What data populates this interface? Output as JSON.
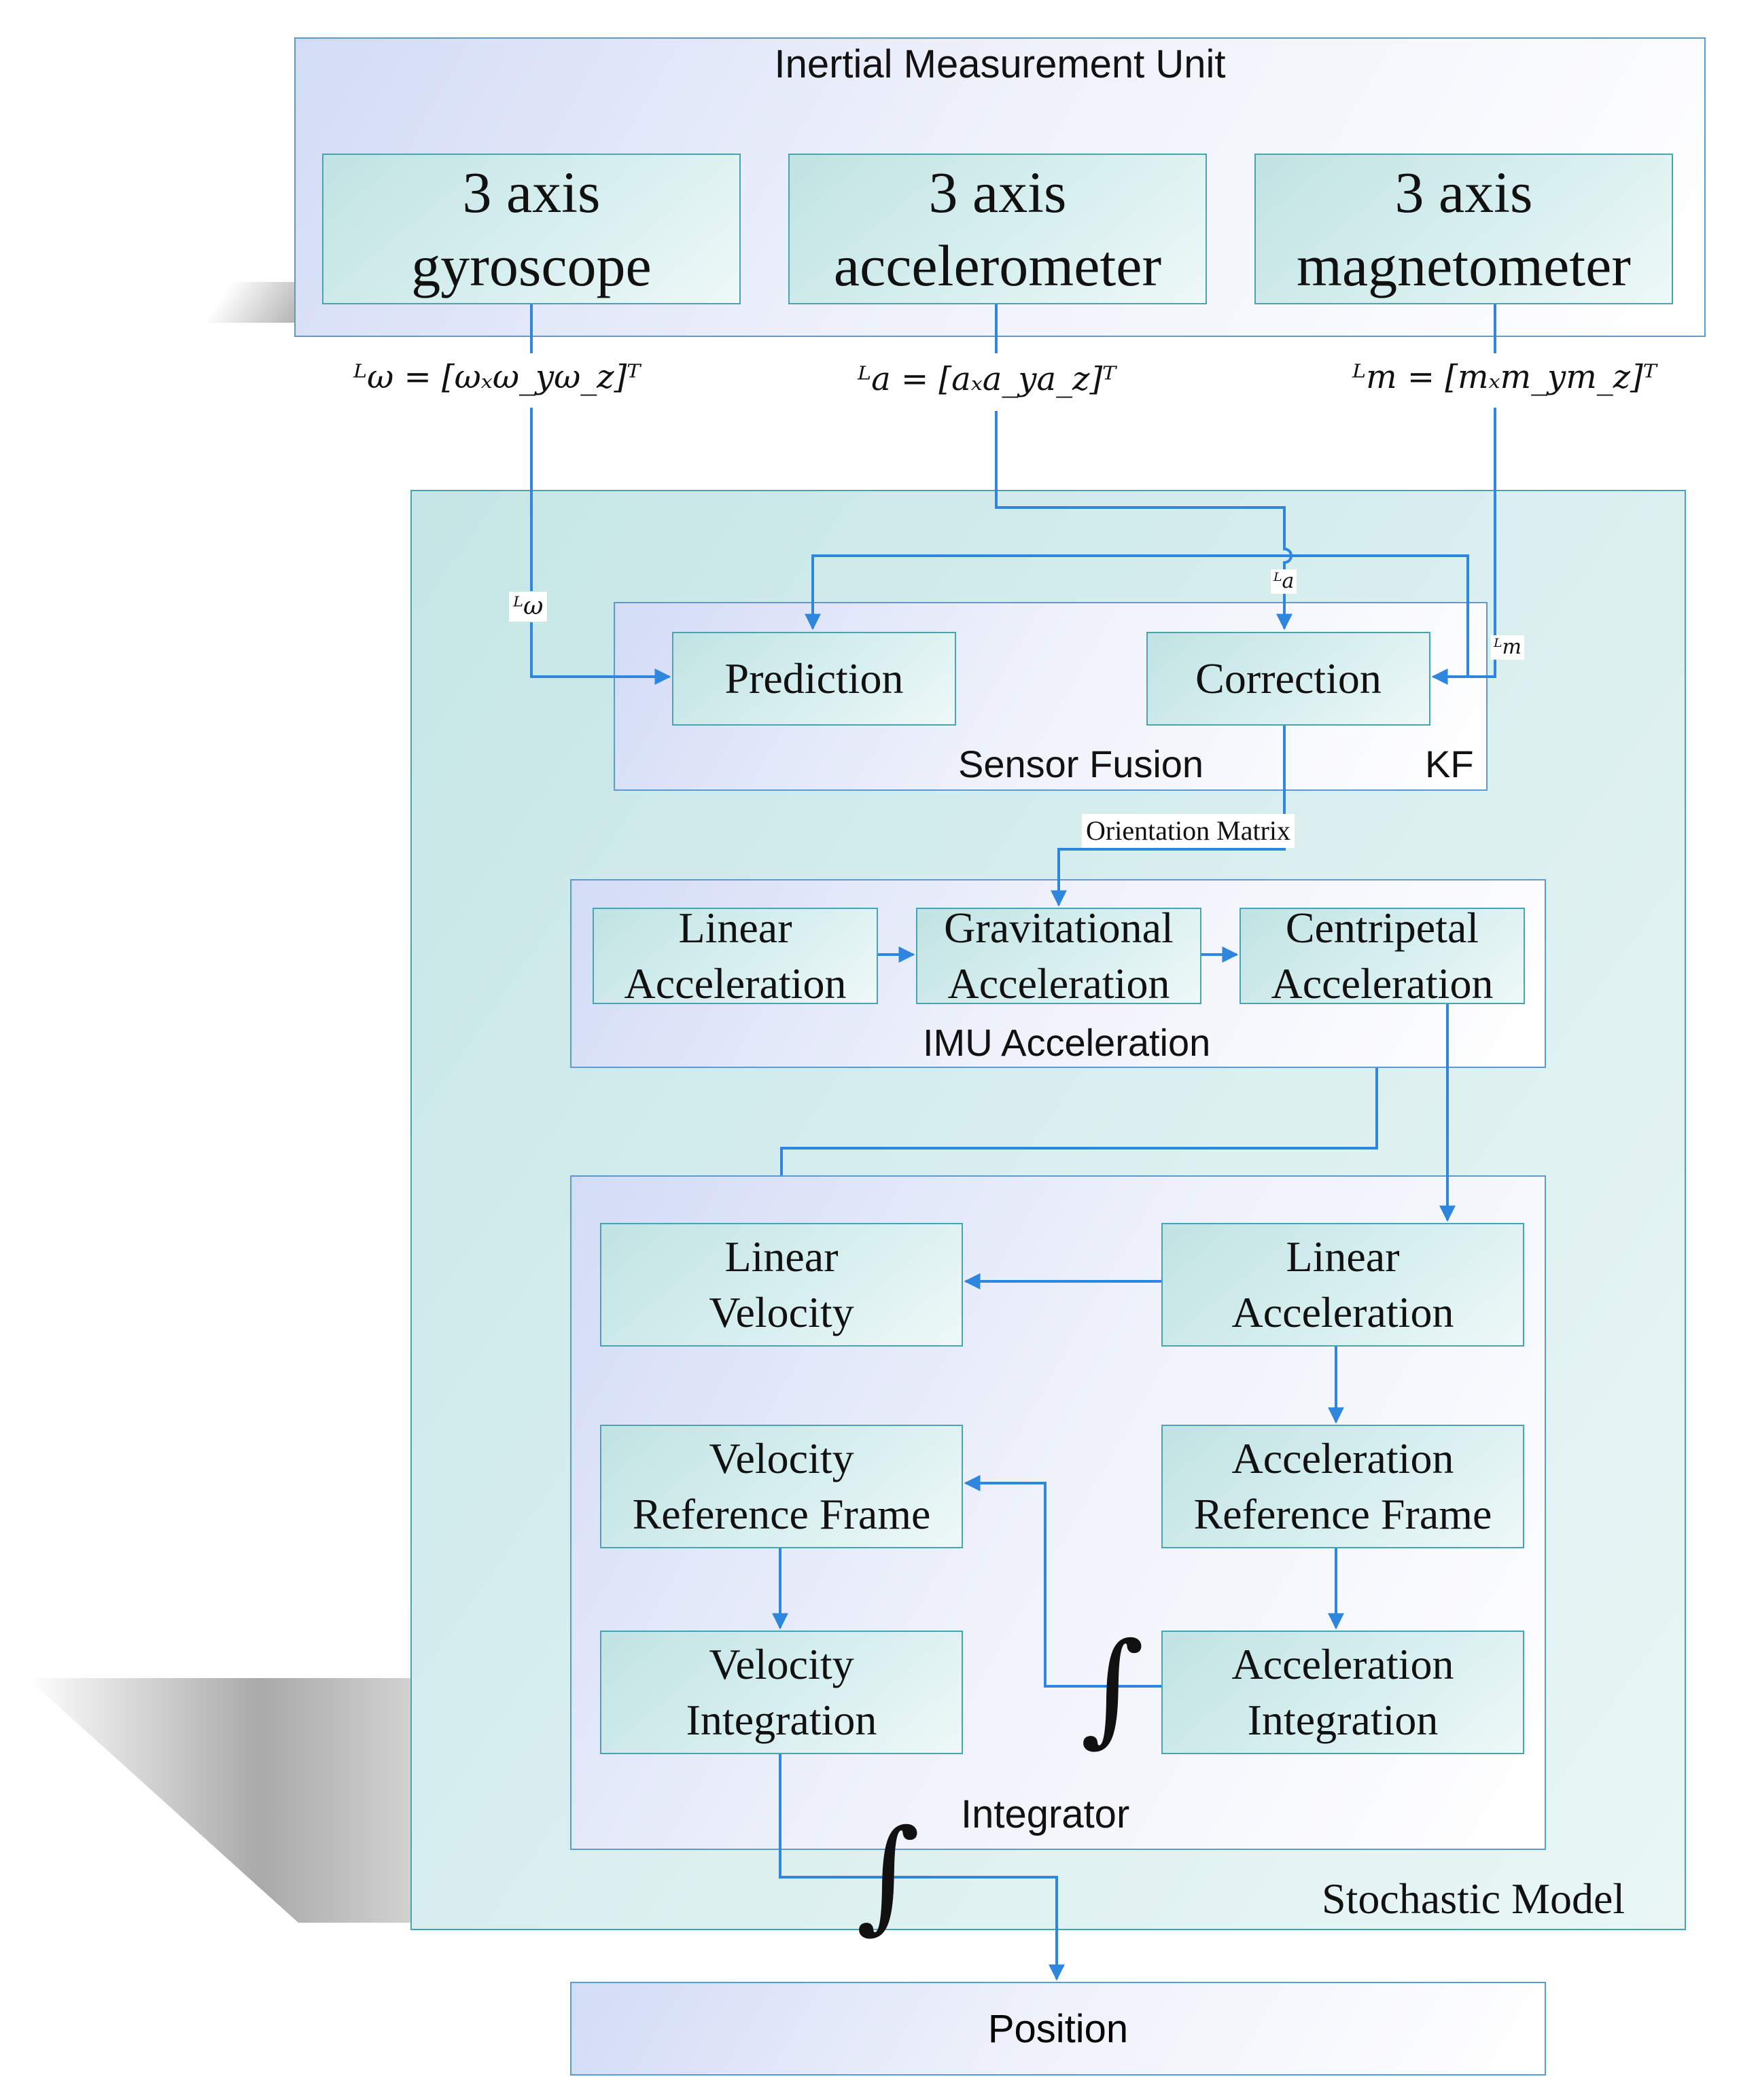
{
  "imu": {
    "title": "Inertial Measurement Unit",
    "gyro": [
      "3 axis",
      "gyroscope"
    ],
    "accel": [
      "3 axis",
      "accelerometer"
    ],
    "magnet": [
      "3 axis",
      "magnetometer"
    ]
  },
  "signals": {
    "omega": "ᴸω = [ωₓω_yω_z]ᵀ",
    "a": "ᴸa = [aₓa_ya_z]ᵀ",
    "m": "ᴸm = [mₓm_ym_z]ᵀ",
    "omega_short": "ᴸω",
    "a_short": "ᴸa",
    "m_short": "ᴸm"
  },
  "sensor_fusion": {
    "label": "Sensor Fusion",
    "kf": "KF",
    "prediction": "Prediction",
    "correction": "Correction",
    "orientation": "Orientation Matrix"
  },
  "imu_acceleration": {
    "label": "IMU Acceleration",
    "linear": [
      "Linear",
      "Acceleration"
    ],
    "gravitational": [
      "Gravitational",
      "Acceleration"
    ],
    "centripetal": [
      "Centripetal",
      "Acceleration"
    ]
  },
  "integrator": {
    "label": "Integrator",
    "linear_velocity": [
      "Linear",
      "Velocity"
    ],
    "linear_acceleration": [
      "Linear",
      "Acceleration"
    ],
    "velocity_ref": [
      "Velocity",
      "Reference Frame"
    ],
    "acceleration_ref": [
      "Acceleration",
      "Reference Frame"
    ],
    "velocity_int": [
      "Velocity",
      "Integration"
    ],
    "acceleration_int": [
      "Acceleration",
      "Integration"
    ],
    "integral_symbol": "∫"
  },
  "stochastic_model": {
    "label": "Stochastic Model"
  },
  "position": {
    "label": "Position"
  },
  "colors": {
    "arrow": "#2e86de",
    "box_border": "#4aa3b3",
    "group_border": "#5b9bd5"
  }
}
